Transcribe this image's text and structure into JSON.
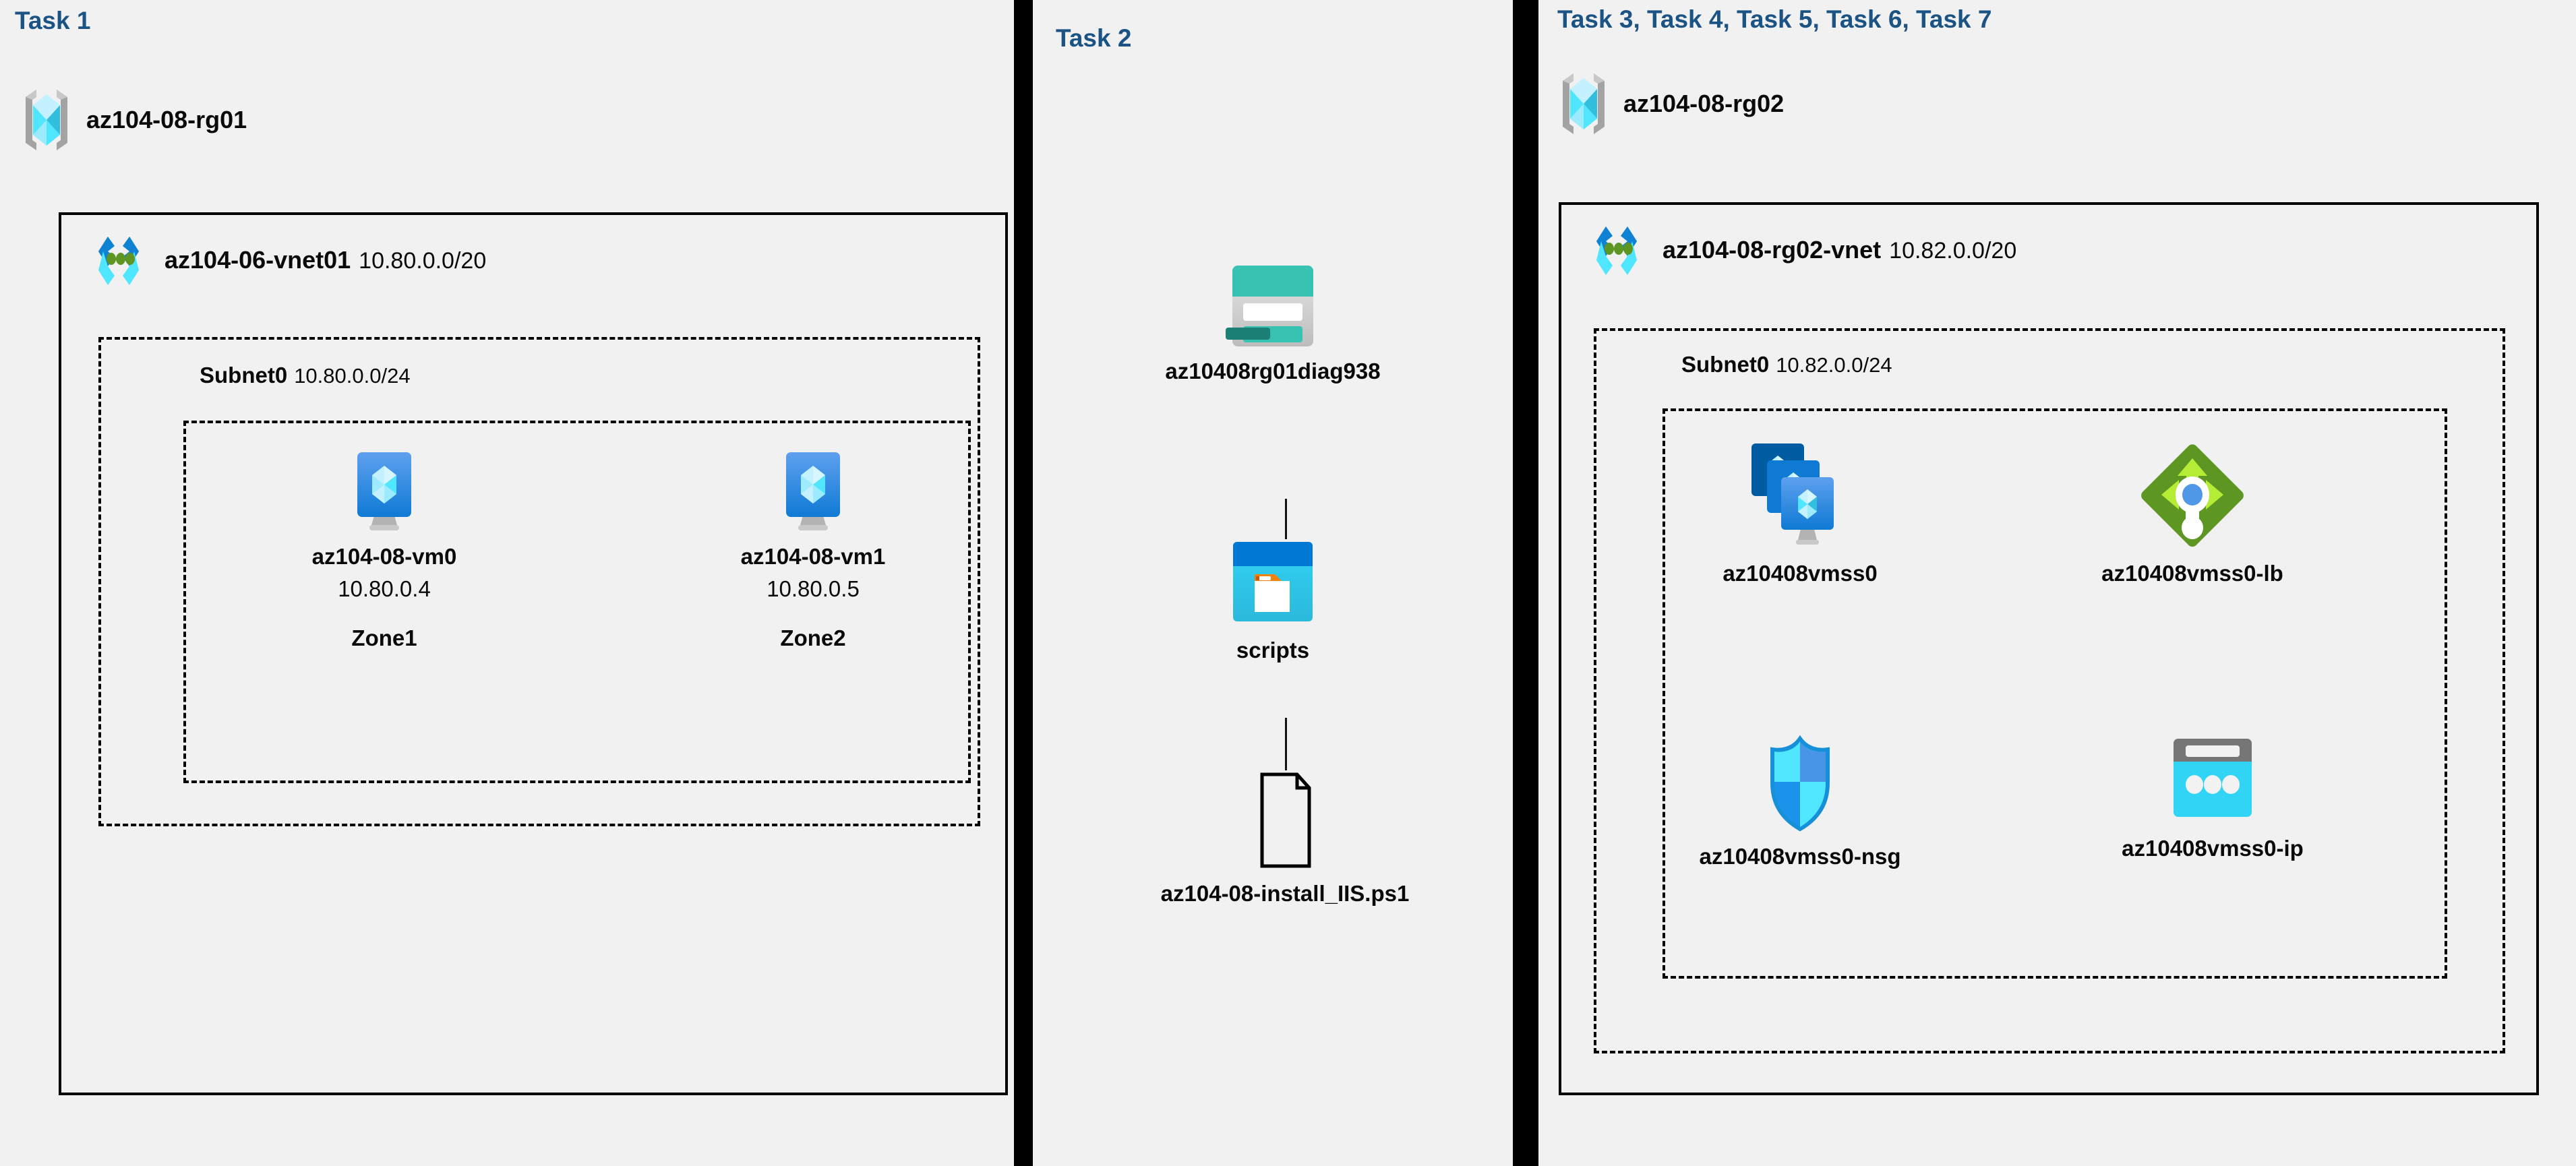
{
  "panels": [
    {
      "id": "task1",
      "title": "Task 1",
      "resource_group": {
        "name": "az104-08-rg01",
        "icon": "resource-group-icon"
      },
      "vnet": {
        "name": "az104-06-vnet01",
        "cidr": "10.80.0.0/20",
        "icon": "virtual-network-icon"
      },
      "subnet": {
        "name": "Subnet0",
        "cidr": "10.80.0.0/24"
      },
      "vms": [
        {
          "name": "az104-08-vm0",
          "ip": "10.80.0.4",
          "zone": "Zone1",
          "icon": "virtual-machine-icon"
        },
        {
          "name": "az104-08-vm1",
          "ip": "10.80.0.5",
          "zone": "Zone2",
          "icon": "virtual-machine-icon"
        }
      ]
    },
    {
      "id": "task2",
      "title": "Task 2",
      "items": [
        {
          "name": "az10408rg01diag938",
          "icon": "storage-account-icon"
        },
        {
          "name": "scripts",
          "icon": "file-share-icon"
        },
        {
          "name": "az104-08-install_IIS.ps1",
          "icon": "script-file-icon"
        }
      ]
    },
    {
      "id": "task3",
      "title": "Task 3, Task 4, Task 5, Task 6, Task 7",
      "resource_group": {
        "name": "az104-08-rg02",
        "icon": "resource-group-icon"
      },
      "vnet": {
        "name": "az104-08-rg02-vnet",
        "cidr": "10.82.0.0/20",
        "icon": "virtual-network-icon"
      },
      "subnet": {
        "name": "Subnet0",
        "cidr": "10.82.0.0/24"
      },
      "resources": [
        {
          "name": "az10408vmss0",
          "icon": "vm-scale-set-icon"
        },
        {
          "name": "az10408vmss0-lb",
          "icon": "load-balancer-icon"
        },
        {
          "name": "az10408vmss0-nsg",
          "icon": "network-security-group-icon"
        },
        {
          "name": "az10408vmss0-ip",
          "icon": "public-ip-address-icon"
        }
      ]
    }
  ],
  "colors": {
    "background": "#f1f1f1",
    "task_title": "#1a5384",
    "divider": "#000000",
    "box_border": "#000000",
    "azure_blue": "#0078d4",
    "azure_cyan": "#50e6ff",
    "storage_teal": "#37c2b1",
    "lb_green": "#5e9624",
    "nsg_blue": "#32bedd",
    "ip_grey": "#767676"
  }
}
